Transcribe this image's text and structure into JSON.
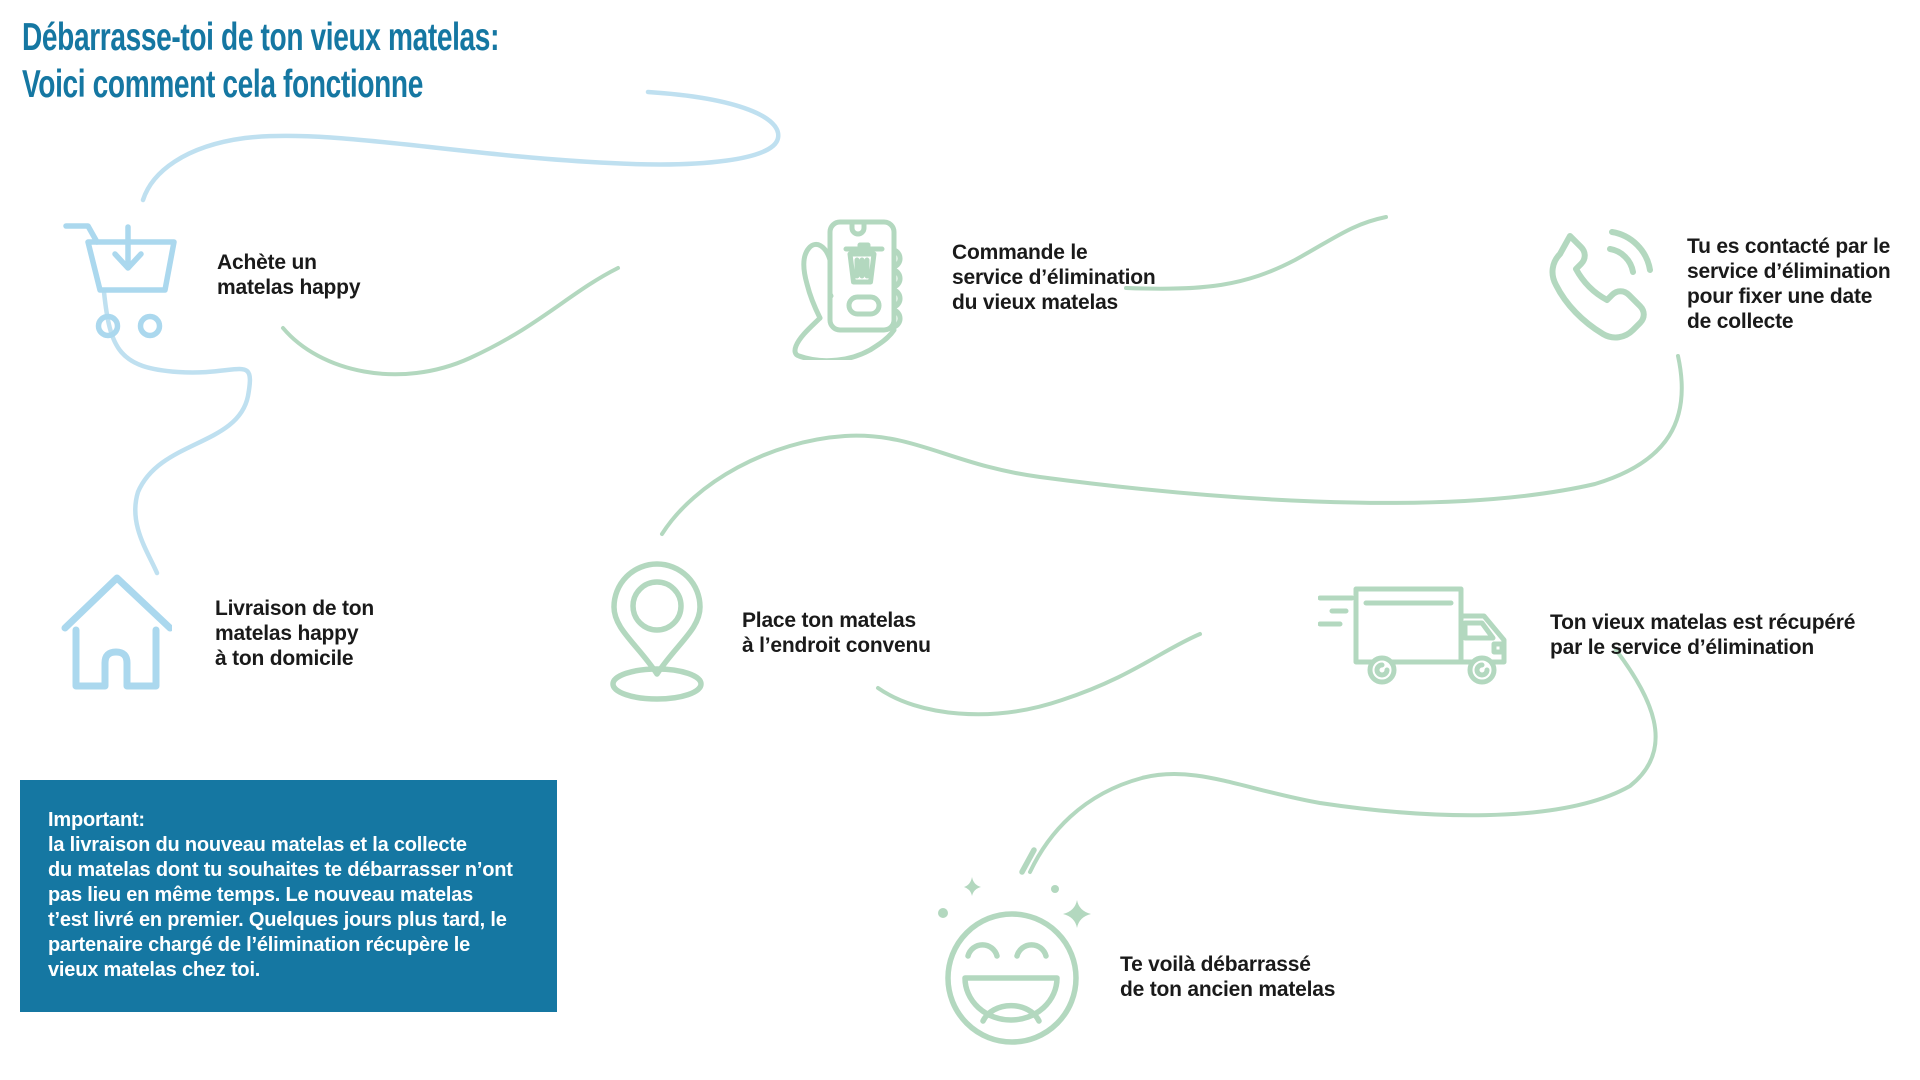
{
  "title": {
    "line1": "Débarrasse-toi de ton vieux matelas:",
    "line2": "Voici comment cela fonctionne"
  },
  "steps": [
    {
      "name": "buy",
      "icon": "cart-icon",
      "lines": [
        "Achète un",
        "matelas happy"
      ]
    },
    {
      "name": "order",
      "icon": "phone-order-icon",
      "lines": [
        "Commande le",
        "service d’élimination",
        "du vieux matelas"
      ]
    },
    {
      "name": "contact",
      "icon": "phone-call-icon",
      "lines": [
        "Tu es contacté par le",
        "service d’élimination",
        "pour fixer une date",
        "de collecte"
      ]
    },
    {
      "name": "delivery",
      "icon": "house-icon",
      "lines": [
        "Livraison de ton",
        "matelas happy",
        "à ton domicile"
      ]
    },
    {
      "name": "place",
      "icon": "location-pin-icon",
      "lines": [
        "Place ton matelas",
        "à l’endroit convenu"
      ]
    },
    {
      "name": "pickup",
      "icon": "truck-icon",
      "lines": [
        "Ton vieux matelas est récupéré",
        "par le service d’élimination"
      ]
    },
    {
      "name": "done",
      "icon": "smiley-icon",
      "lines": [
        "Te voilà débarrassé",
        "de ton ancien matelas"
      ]
    }
  ],
  "important": {
    "heading": "Important:",
    "lines": [
      "la livraison du nouveau matelas et la collecte",
      "du matelas dont tu souhaites te débarrasser n’ont",
      "pas lieu en même temps. Le nouveau matelas",
      "t’est livré en premier. Quelques jours plus tard, le",
      "partenaire chargé de l’élimination récupère le",
      "vieux matelas chez toi."
    ]
  },
  "colors": {
    "brand_blue": "#1577A2",
    "light_blue": "#ABD8EE",
    "light_green": "#B3D8BF",
    "text": "#1A1A1A",
    "background": "#FFFFFF"
  }
}
